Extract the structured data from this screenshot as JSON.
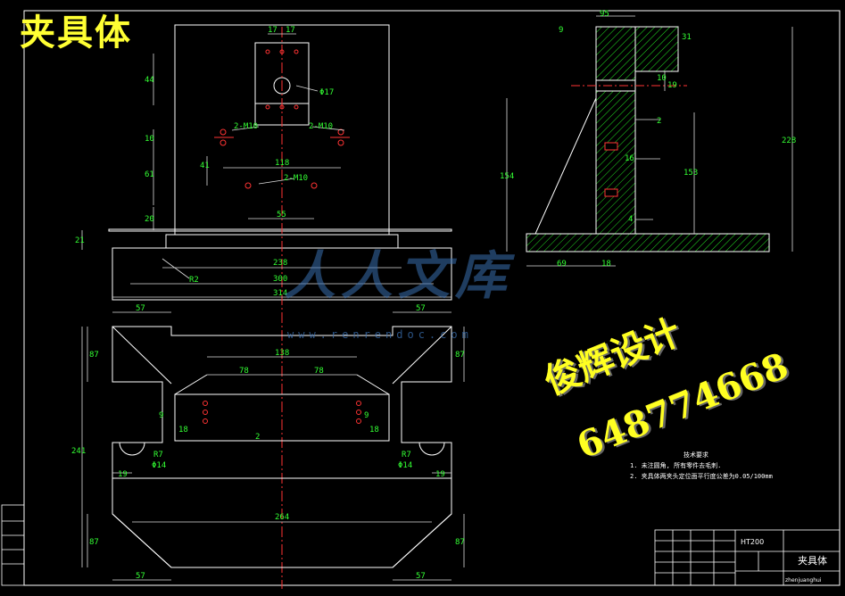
{
  "title": "夹具体",
  "watermark": {
    "brand": "俊辉设计",
    "phone": "648774668",
    "logo": "人人文库",
    "site": "www.renrendoc.com"
  },
  "notes": {
    "heading": "技术要求",
    "line1": "1. 未注圆角, 所有零件去毛刺.",
    "line2": "2. 夹具体两夹头定位面平行度公差为0.05/100mm"
  },
  "title_block": {
    "material": "HT200",
    "name": "夹具体",
    "pinyin": "zhenjuanghui"
  },
  "dims_top": {
    "d17": "17",
    "d17b": "17",
    "d44": "44",
    "phi17": "Φ17",
    "m10a": "2-M10",
    "m10b": "2-M10",
    "m10c": "2-M10",
    "d10": "10",
    "d41": "41",
    "d118": "118",
    "d61": "61",
    "d55": "55",
    "d20": "20",
    "d21": "21",
    "d238": "238",
    "r82": "R2",
    "d300": "300",
    "d314": "314"
  },
  "dims_plan": {
    "d57a": "57",
    "d57b": "57",
    "d87a": "87",
    "d87b": "87",
    "d138": "138",
    "d78a": "78",
    "d78b": "78",
    "d9a": "9",
    "d9b": "9",
    "d18a": "18",
    "d18b": "18",
    "d2": "2",
    "d241": "241",
    "r7a": "R7",
    "r7b": "R7",
    "phi14a": "Φ14",
    "phi14b": "Φ14",
    "d19a": "19",
    "d19b": "19",
    "d264": "264",
    "d57c": "57",
    "d57d": "57",
    "d87c": "87",
    "d87d": "87"
  },
  "dims_side": {
    "d95": "95",
    "d9": "9",
    "d31": "31",
    "d10": "10",
    "d19": "19",
    "d2": "2",
    "d16": "16",
    "d154": "154",
    "d153": "153",
    "d228": "228",
    "d4": "4",
    "d69": "69",
    "d18": "18"
  }
}
